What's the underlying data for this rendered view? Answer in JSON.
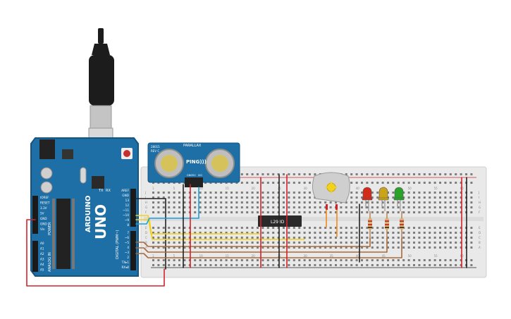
{
  "arduino": {
    "brand_vertical": "ARDUINO",
    "model_vertical": "UNO",
    "reset_label": "RESET",
    "tx_label": "TX",
    "rx_label": "RX",
    "power_labels": [
      "IOREF",
      "RESET",
      "3.3V",
      "5V",
      "GND",
      "GND",
      "Vin"
    ],
    "analog_labels": [
      "A0",
      "A1",
      "A2",
      "A3",
      "A4",
      "A5"
    ],
    "digital_top_labels": [
      "AREF",
      "GND",
      "13",
      "12",
      "~11",
      "~10",
      "~9",
      "8"
    ],
    "digital_bottom_labels": [
      "7",
      "~6",
      "~5",
      "4",
      "~3",
      "2",
      "TX▸1",
      "RX◂0"
    ],
    "digital_vertical": "DIGITAL (PWM~)",
    "power_vertical": "POWER",
    "analog_vertical": "ANALOG IN"
  },
  "sensor": {
    "brand_text": "PARALLAX",
    "name_text": "PING)))",
    "part_text": "28015",
    "rev_text": "REV C",
    "pin_labels": [
      "GND",
      "5V",
      "SIG"
    ]
  },
  "chip": {
    "label": "L293D"
  },
  "breadboard": {
    "top_numbers": [
      "1",
      "5",
      "10",
      "15",
      "20",
      "25",
      "30",
      "35",
      "40",
      "45",
      "50",
      "55",
      "60"
    ],
    "row_letters_top": [
      "J",
      "I",
      "H",
      "G",
      "F"
    ],
    "row_letters_bottom": [
      "E",
      "D",
      "C",
      "B",
      "A"
    ]
  },
  "leds": [
    {
      "color": "#d42a1a"
    },
    {
      "color": "#c9a418"
    },
    {
      "color": "#2aa32a"
    }
  ],
  "colors": {
    "arduino_blue": "#1e6fa5",
    "arduino_dark": "#15557f",
    "breadboard": "#e9e9e9",
    "wire_red": "#d3232a",
    "wire_black": "#222222",
    "wire_yellow": "#f2d21b",
    "wire_blue": "#1ea0dc",
    "wire_brown": "#a86a3a",
    "wire_orange": "#f08a1c",
    "usb_black": "#1c1c1c"
  },
  "icons": [
    "usb-plug-icon",
    "dc-motor-icon",
    "ultrasonic-sensor-icon"
  ]
}
